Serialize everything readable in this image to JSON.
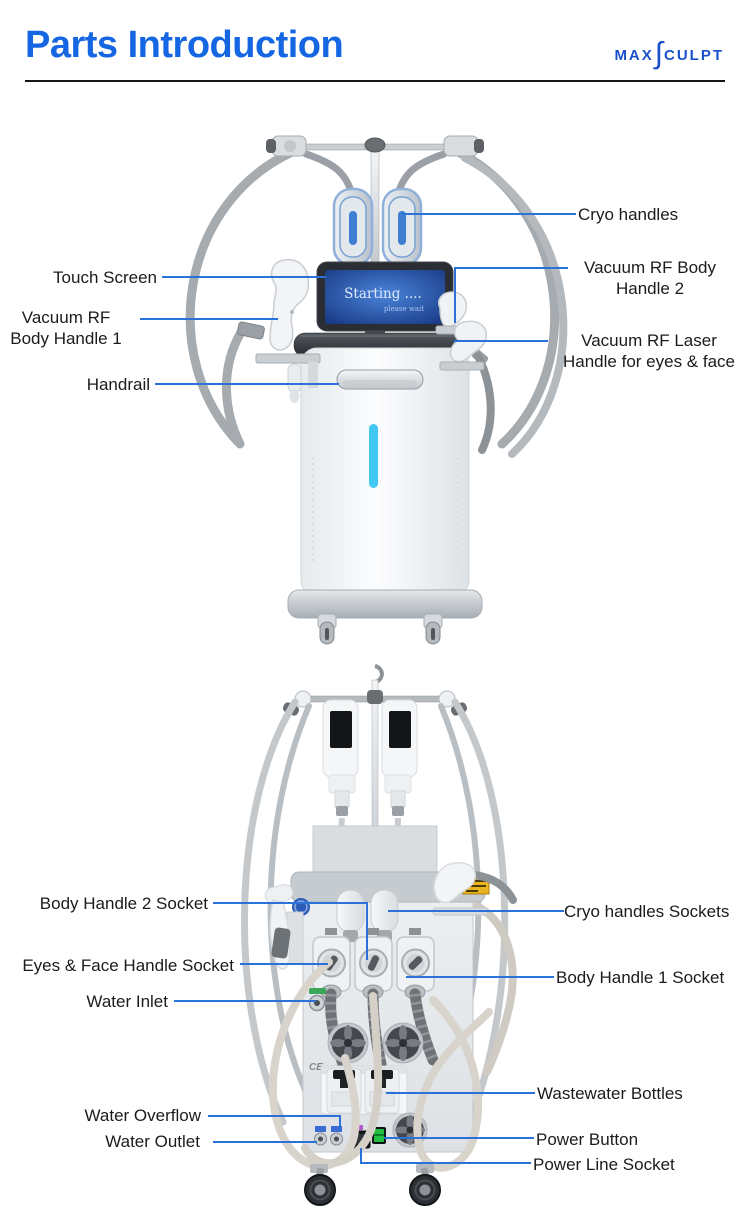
{
  "header": {
    "title": "Parts Introduction",
    "brand": {
      "part1": "MAX",
      "s_glyph": "∫",
      "part2": "CULPT"
    }
  },
  "front_view": {
    "screen": {
      "line1": "Starting ....",
      "line2": "please wait"
    },
    "callouts": {
      "touch_screen": "Touch Screen",
      "body_handle_1_line1": "Vacuum RF",
      "body_handle_1_line2": "Body Handle 1",
      "handrail": "Handrail",
      "cryo_handles": "Cryo handles",
      "body_handle_2_line1": "Vacuum RF Body",
      "body_handle_2_line2": "Handle 2",
      "laser_handle_line1": "Vacuum RF Laser",
      "laser_handle_line2": "Handle for eyes & face"
    }
  },
  "rear_view": {
    "callouts": {
      "body_handle_2_socket": "Body Handle 2 Socket",
      "eyes_face_handle_socket": "Eyes & Face Handle Socket",
      "water_inlet": "Water Inlet",
      "cryo_handles_sockets": "Cryo handles Sockets",
      "body_handle_1_socket": "Body Handle 1 Socket",
      "wastewater_bottles": "Wastewater Bottles",
      "water_overflow": "Water Overflow",
      "water_outlet": "Water Outlet",
      "power_button": "Power Button",
      "power_line_socket": "Power Line Socket"
    },
    "stickers": {
      "ce_mark": "CE"
    }
  },
  "colors": {
    "title_blue": "#1566e2",
    "brand_blue": "#1b50cc",
    "callout_line_blue": "#2a72d9",
    "label_text": "#1b1b1d",
    "led_strip_cyan": "#41c8f3",
    "power_button_green": "#24c043",
    "screen_blue": "#2f6bc8"
  }
}
